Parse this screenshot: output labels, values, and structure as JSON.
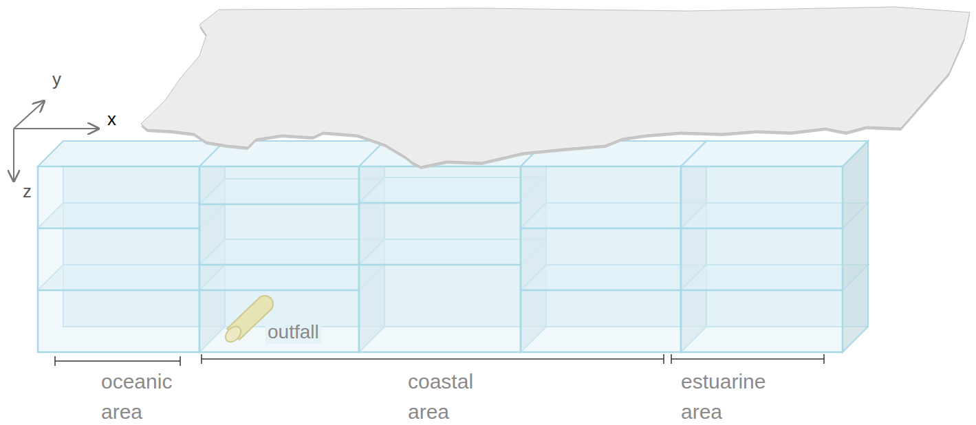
{
  "diagram": {
    "labels": [
      "y",
      "x",
      "z",
      "outfall",
      "oceanic area",
      "coastal area",
      "estuarine area"
    ]
  }
}
